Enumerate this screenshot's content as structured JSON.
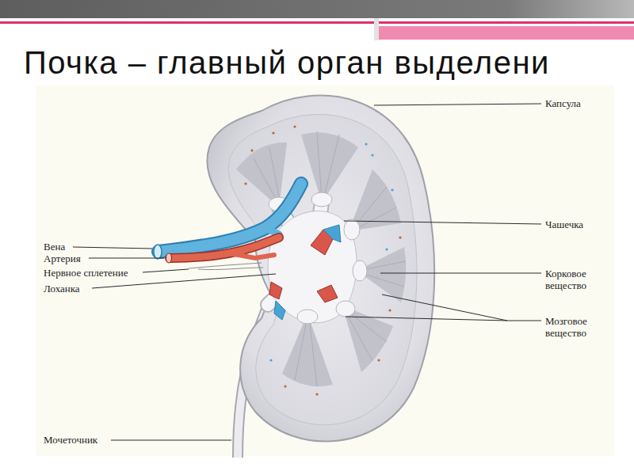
{
  "diagram": {
    "title": "Почка – главный орган выделени",
    "labels": [
      "Капсула",
      "Чашечка",
      "Корковое вещество",
      "Мозговое вещество",
      "Вена",
      "Артерия",
      "Нервное сплетение",
      "Лоханка",
      "Мочеточник"
    ]
  }
}
